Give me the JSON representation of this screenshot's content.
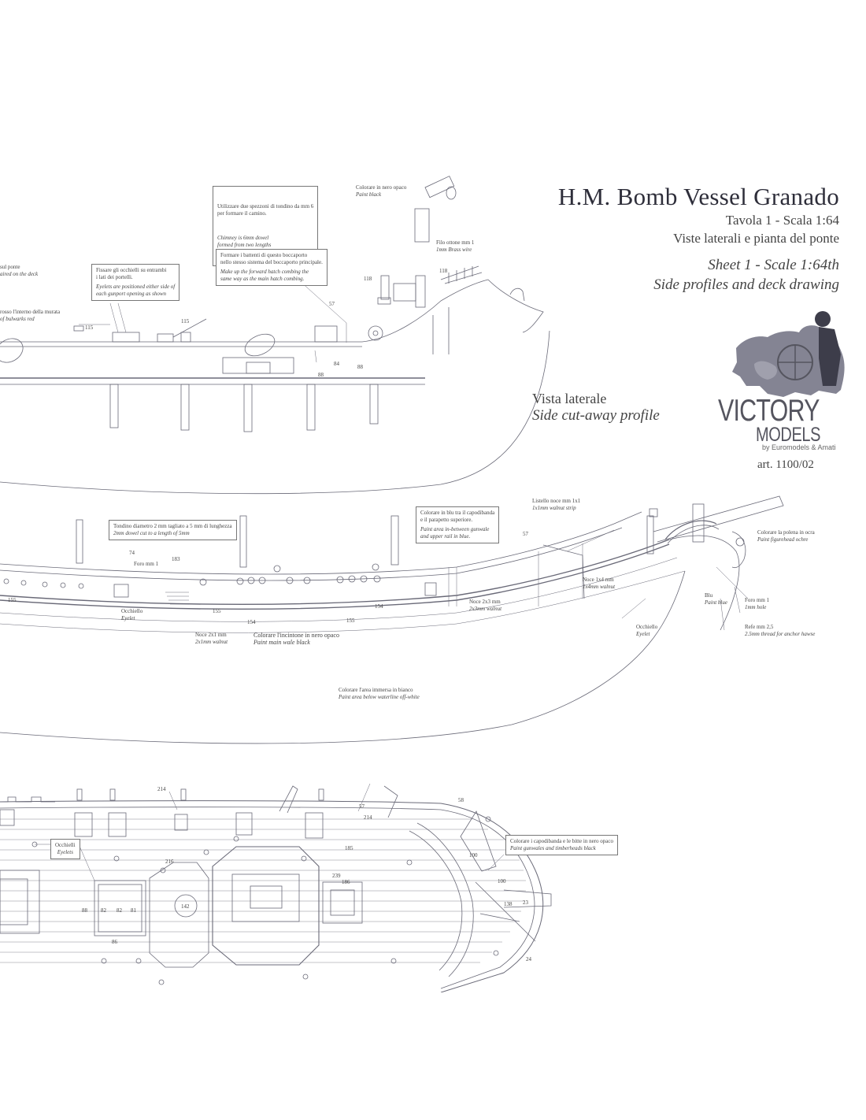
{
  "title": {
    "main": "H.M. Bomb Vessel Granado",
    "plate_it": "Tavola 1 - Scala 1:64",
    "subtitle_it": "Viste laterali e pianta del ponte",
    "plate_en": "Sheet 1 - Scale 1:64th",
    "subtitle_en": "Side profiles and deck drawing"
  },
  "profile_label": {
    "it": "Vista laterale",
    "en": "Side cut-away profile"
  },
  "brand": {
    "logo_icon": "europe-map-helmsman-logo",
    "name": "VICTORY",
    "models": "MODELS",
    "by": "by Euromodels & Amati",
    "article": "art. 1100/02"
  },
  "notes": {
    "chimney": {
      "it": "Utilizzare due spezzoni di tondino da mm 6\nper formare il camino.",
      "en": "Chimney is 6mm dowel\nformed from two lengths"
    },
    "paint_black": {
      "it": "Colorare in nero opaco",
      "en": "Paint black"
    },
    "brass_wire": {
      "it": "Filo ottone mm 1",
      "en": "1mm Brass wire"
    },
    "hatch": {
      "it": "Formare i battenti di questo boccaporto\nnello stesso sistema del boccaporto principale.",
      "en": "Make up the forward hatch combing the\nsame way as the main hatch combing."
    },
    "eyelets_gunport": {
      "it": "Fissare gli occhielli su entrambi\ni lati dei portelli.",
      "en": "Eyelets are positioned either side of\neach gunport opening as shown"
    },
    "deck_left": {
      "it": "sul ponte",
      "en": "aired on the deck"
    },
    "bulwarks": {
      "it": "rosso l'interno della murata",
      "en": "of bulwarks red"
    },
    "dowel": {
      "it": "Tondino diametro 2 mm tagliato a 5 mm di lunghezza",
      "en": "2mm dowel cut to a length of 5mm"
    },
    "gunwale_blue": {
      "it": "Colorare in blu tra il capodibanda\ne il parapetto superiore.",
      "en": "Paint area in-between gunwale\nand upper rail in blue."
    },
    "walnut_strip": {
      "it": "Listello noce mm 1x1",
      "en": "1x1mm walnut strip"
    },
    "figurehead": {
      "it": "Colorare la polena in ocra",
      "en": "Paint figurehead ochre"
    },
    "walnut_1x4": {
      "it": "Noce 1x4 mm",
      "en": "1x4mm walnut"
    },
    "blue": {
      "it": "Blu",
      "en": "Paint blue"
    },
    "hole_1mm": {
      "it": "Foro mm 1",
      "en": "1mm hole"
    },
    "thread": {
      "it": "Refe mm 2,5",
      "en": "2.5mm thread for anchor hawse"
    },
    "eyelet": {
      "it": "Occhiello",
      "en": "Eyelet"
    },
    "walnut_2x3": {
      "it": "Noce 2x3 mm",
      "en": "2x3mm walnut"
    },
    "walnut_2x1": {
      "it": "Noce 2x1 mm",
      "en": "2x1mm walnut"
    },
    "main_wale": {
      "it": "Colorare l'incintone in nero opaco",
      "en": "Paint main wale black"
    },
    "waterline": {
      "it": "Colorare l'area immersa in bianco",
      "en": "Paint area below waterline off-white"
    },
    "hole_small": {
      "it": "Foro mm 1",
      "en": "1mm hole"
    },
    "eyelets_deck": {
      "it": "Occhielli",
      "en": "Eyelets"
    },
    "gunwales_black": {
      "it": "Colorare i capodibanda e le bitte in nero opaco",
      "en": "Paint gunwales and timberheads black"
    }
  },
  "part_numbers": [
    "115",
    "115",
    "118",
    "118",
    "57",
    "84",
    "88",
    "88",
    "74",
    "183",
    "155",
    "155",
    "154",
    "154",
    "155",
    "57",
    "214",
    "214",
    "57",
    "185",
    "186",
    "216",
    "239",
    "142",
    "88",
    "82",
    "82",
    "81",
    "86",
    "58",
    "100",
    "100",
    "138",
    "23",
    "24"
  ]
}
